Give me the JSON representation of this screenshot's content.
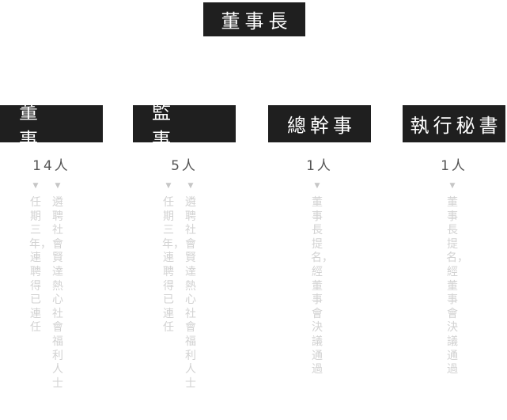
{
  "top": {
    "title": "董事長"
  },
  "columns": [
    {
      "role": "董　事",
      "count": "14人",
      "notes": [
        "任期三年，連聘得已連任",
        "遴聘社會賢達熱心社會福利人士"
      ]
    },
    {
      "role": "監　事",
      "count": "5人",
      "notes": [
        "任期三年，連聘得已連任",
        "遴聘社會賢達熱心社會福利人士"
      ]
    },
    {
      "role": "總幹事",
      "count": "1人",
      "notes": [
        "董事長提名，經董事會決議通過"
      ]
    },
    {
      "role": "執行秘書",
      "count": "1人",
      "notes": [
        "董事長提名，經董事會決議通過"
      ]
    }
  ],
  "colors": {
    "box": "#1f1f1f",
    "box_text": "#ffffff",
    "count_text": "#555555",
    "note_text": "#d2d2d2"
  }
}
